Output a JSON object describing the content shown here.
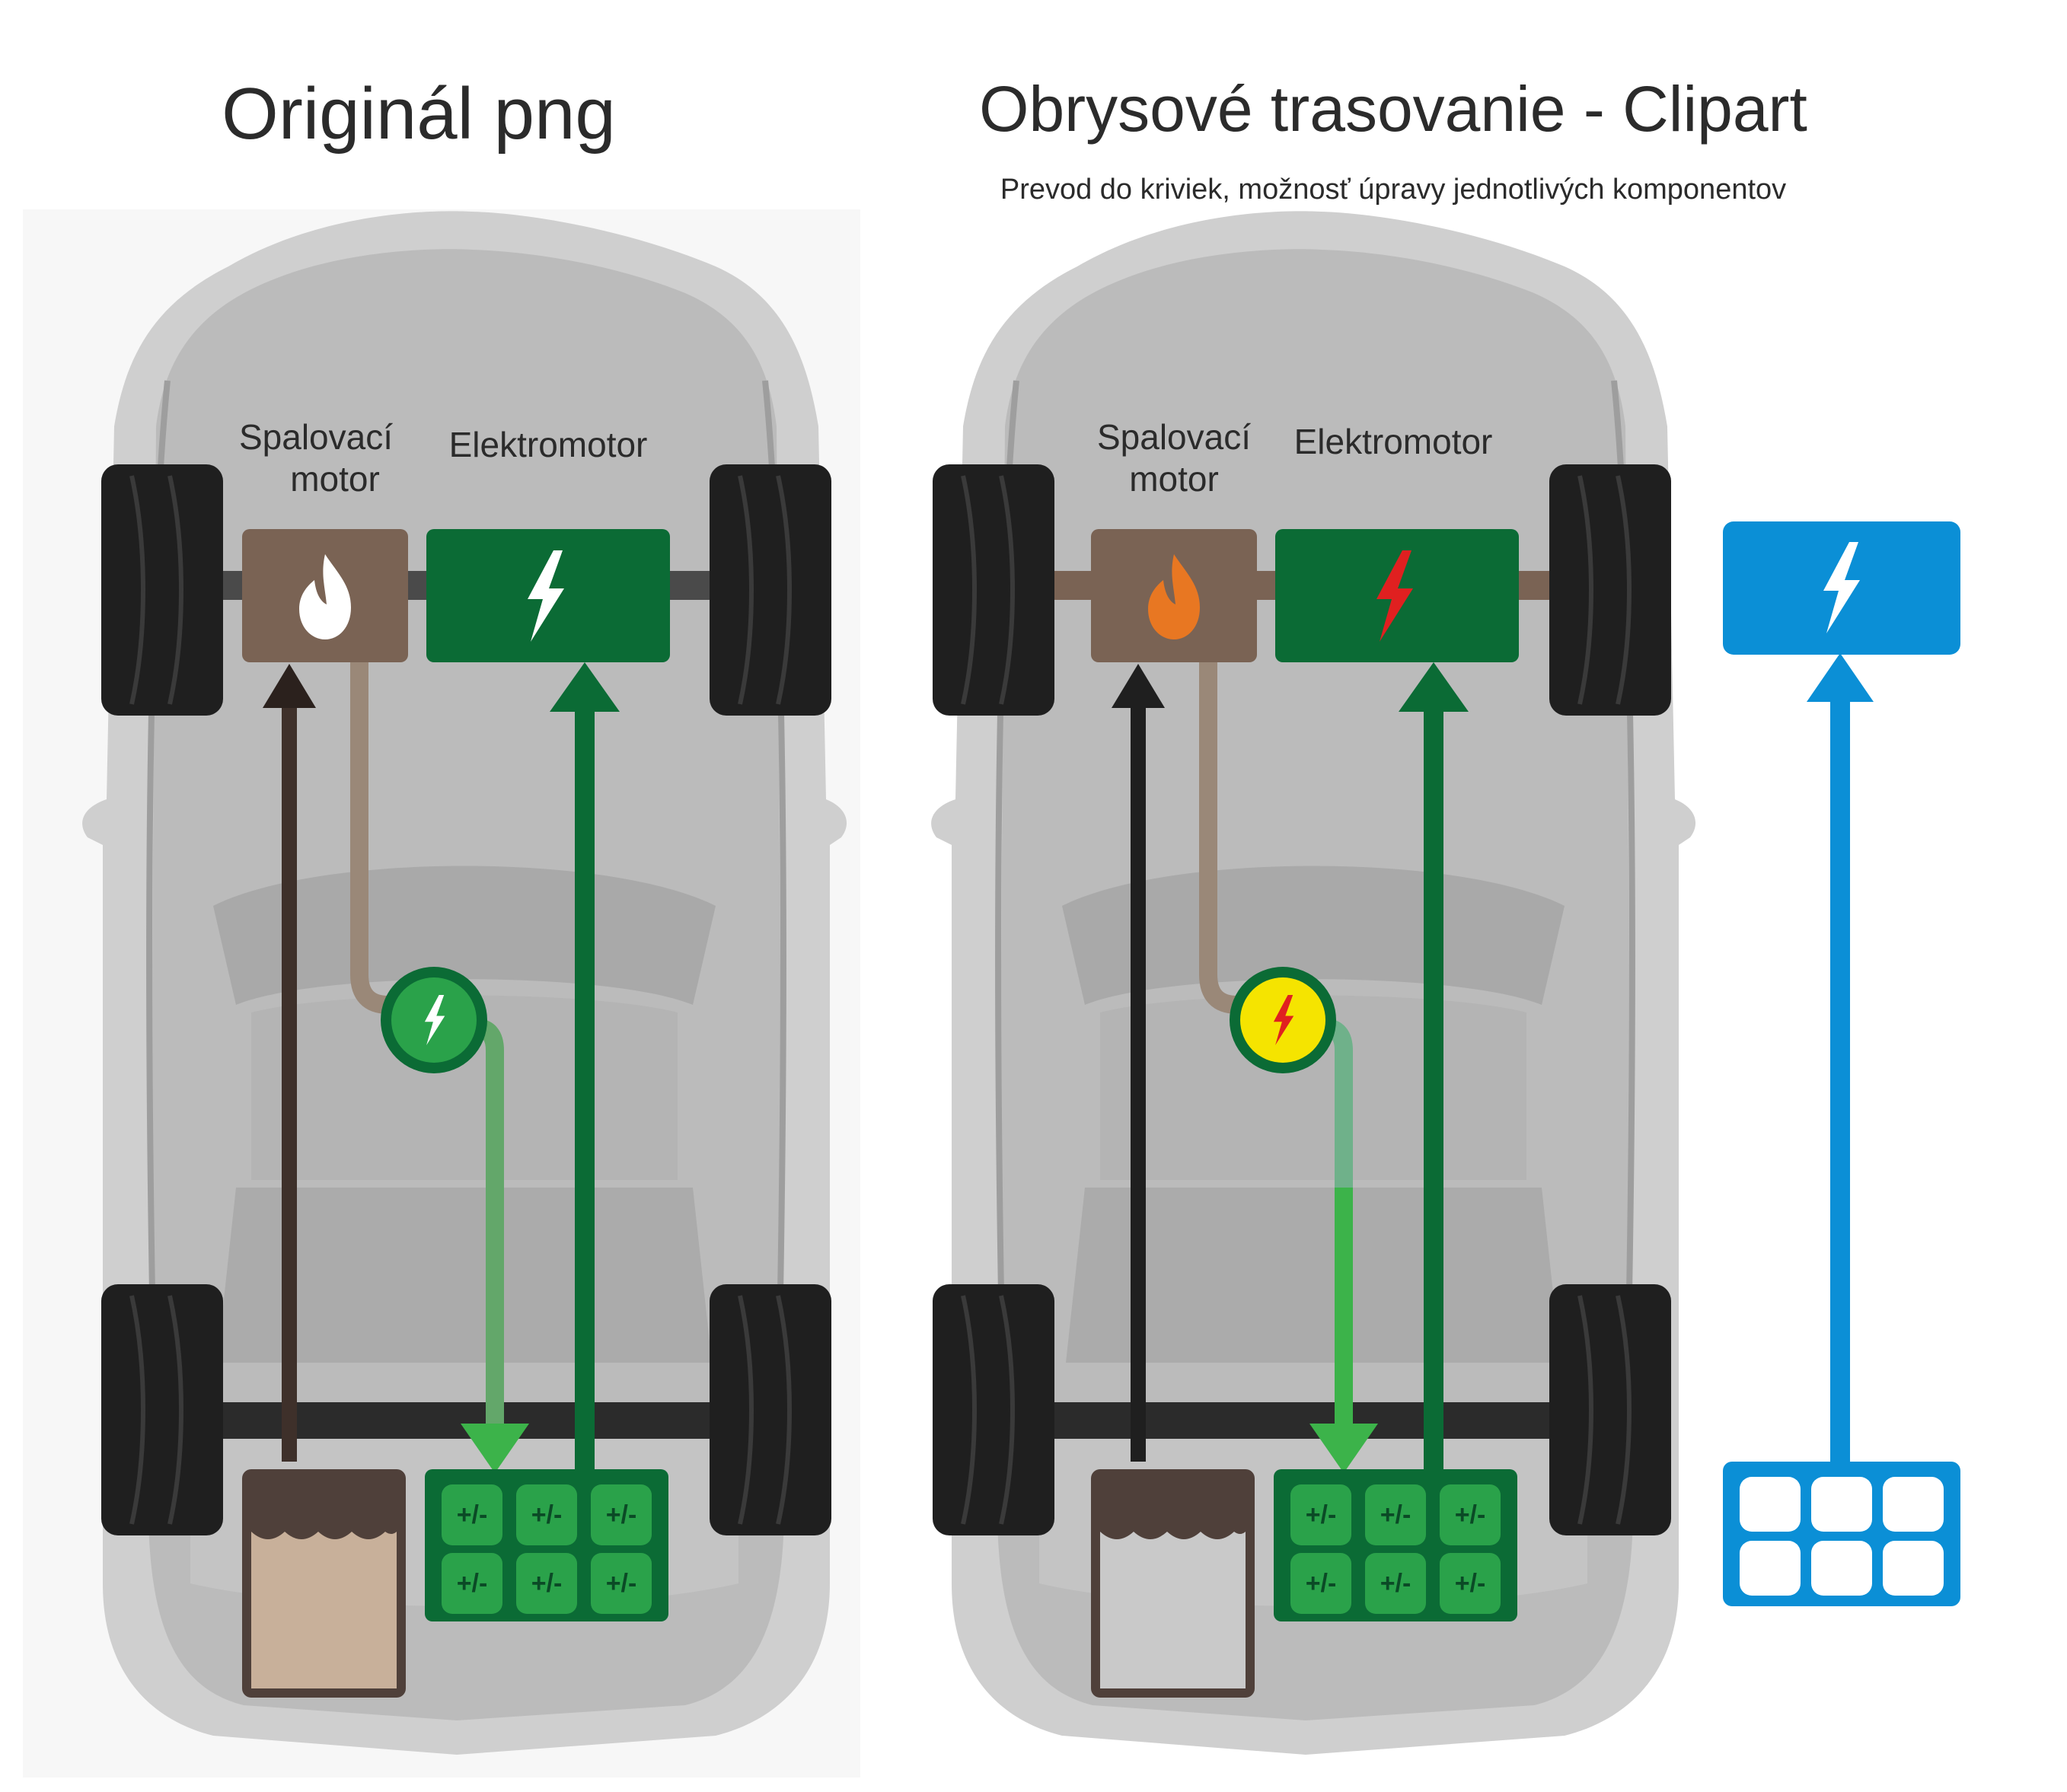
{
  "titles": {
    "left": "Originál png",
    "right": "Obrysové trasovanie - Clipart",
    "right_subtitle": "Prevod do kriviek, možnosť úpravy jednotlivých komponentov"
  },
  "labels": {
    "combustion_line1": "Spalovací",
    "combustion_line2": "motor",
    "electric": "Elektromotor",
    "battery_cell": "+/-"
  },
  "icons": {
    "combustion": "flame-icon",
    "electric": "lightning-icon",
    "generator": "lightning-circle-icon",
    "battery": "battery-grid-icon"
  },
  "colors": {
    "left_flame": "#ffffff",
    "right_flame": "#e87722",
    "left_bolt": "#ffffff",
    "right_bolt": "#e02020",
    "left_generator_fill": "#2aa24a",
    "right_generator_fill": "#f5e400",
    "electric_box": "#0b6b35",
    "combustion_box": "#7a6354",
    "battery_cell": "#2aa24a",
    "fuel_tank_left": "#c8b09a",
    "fuel_tank_right": "#c9c9c9",
    "clipart_blue": "#0b8fd6"
  }
}
